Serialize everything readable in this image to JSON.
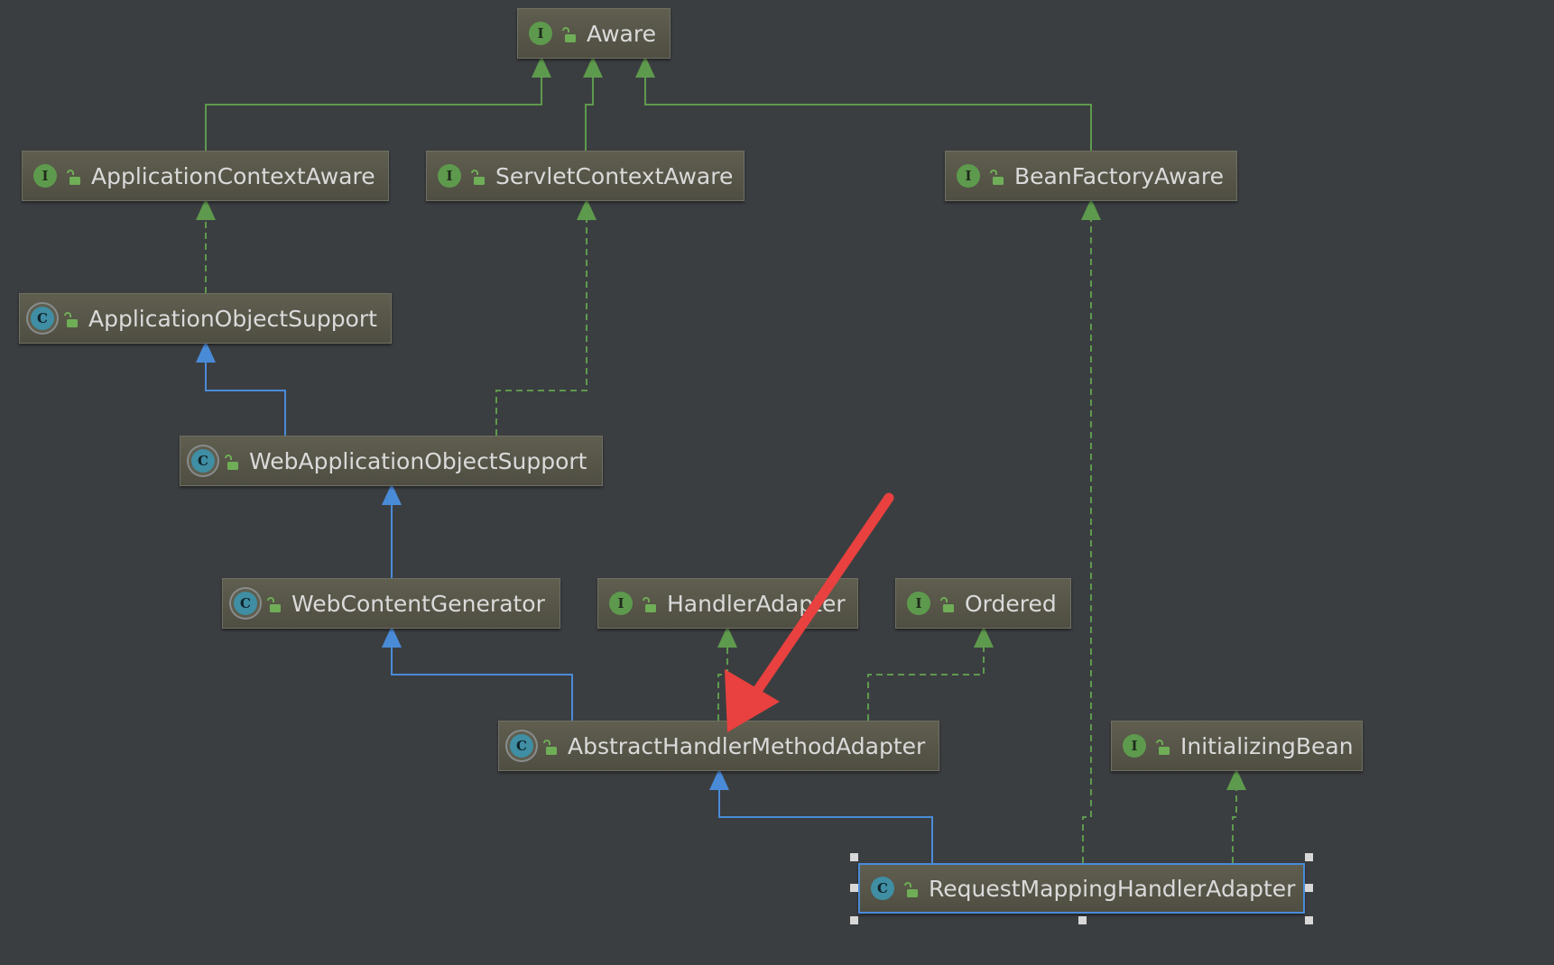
{
  "nodes": [
    {
      "id": "aware",
      "label": "Aware",
      "kind": "interface"
    },
    {
      "id": "application-context-aware",
      "label": "ApplicationContextAware",
      "kind": "interface"
    },
    {
      "id": "servlet-context-aware",
      "label": "ServletContextAware",
      "kind": "interface"
    },
    {
      "id": "bean-factory-aware",
      "label": "BeanFactoryAware",
      "kind": "interface"
    },
    {
      "id": "application-object-support",
      "label": "ApplicationObjectSupport",
      "kind": "abstract-class"
    },
    {
      "id": "web-application-object-support",
      "label": "WebApplicationObjectSupport",
      "kind": "abstract-class"
    },
    {
      "id": "web-content-generator",
      "label": "WebContentGenerator",
      "kind": "abstract-class"
    },
    {
      "id": "handler-adapter",
      "label": "HandlerAdapter",
      "kind": "interface"
    },
    {
      "id": "ordered",
      "label": "Ordered",
      "kind": "interface"
    },
    {
      "id": "abstract-handler-method-adapter",
      "label": "AbstractHandlerMethodAdapter",
      "kind": "abstract-class"
    },
    {
      "id": "initializing-bean",
      "label": "InitializingBean",
      "kind": "interface"
    },
    {
      "id": "request-mapping-handler-adapter",
      "label": "RequestMappingHandlerAdapter",
      "kind": "class",
      "selected": true
    }
  ],
  "edges": [
    {
      "from": "application-context-aware",
      "to": "aware",
      "relation": "extends"
    },
    {
      "from": "servlet-context-aware",
      "to": "aware",
      "relation": "extends"
    },
    {
      "from": "bean-factory-aware",
      "to": "aware",
      "relation": "extends"
    },
    {
      "from": "application-object-support",
      "to": "application-context-aware",
      "relation": "implements"
    },
    {
      "from": "web-application-object-support",
      "to": "application-object-support",
      "relation": "inherits"
    },
    {
      "from": "web-application-object-support",
      "to": "servlet-context-aware",
      "relation": "implements"
    },
    {
      "from": "web-content-generator",
      "to": "web-application-object-support",
      "relation": "inherits"
    },
    {
      "from": "abstract-handler-method-adapter",
      "to": "web-content-generator",
      "relation": "inherits"
    },
    {
      "from": "abstract-handler-method-adapter",
      "to": "handler-adapter",
      "relation": "implements"
    },
    {
      "from": "abstract-handler-method-adapter",
      "to": "ordered",
      "relation": "implements"
    },
    {
      "from": "request-mapping-handler-adapter",
      "to": "abstract-handler-method-adapter",
      "relation": "inherits"
    },
    {
      "from": "request-mapping-handler-adapter",
      "to": "bean-factory-aware",
      "relation": "implements"
    },
    {
      "from": "request-mapping-handler-adapter",
      "to": "initializing-bean",
      "relation": "implements"
    }
  ],
  "colors": {
    "background": "#3b3e41",
    "interface_edge": "#5e9a4d",
    "class_edge": "#4a8bd8",
    "highlight_arrow": "#e8413f",
    "selection": "#4a8bd8"
  },
  "icons": {
    "interface": "interface-badge-icon",
    "class": "class-badge-icon",
    "abstract-class": "abstract-class-badge-icon",
    "visibility": "public-lock-icon"
  }
}
